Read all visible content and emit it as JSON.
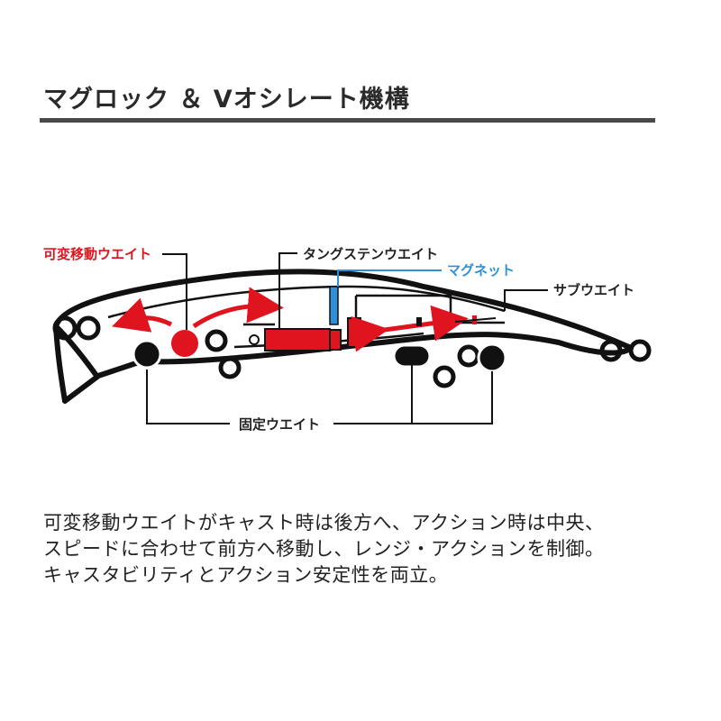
{
  "header": {
    "title": "マグロック ＆ Vオシレート機構"
  },
  "diagram": {
    "labels": {
      "variable_weight": "可変移動ウエイト",
      "tungsten_weight": "タングステンウエイト",
      "magnet": "マグネット",
      "sub_weight": "サブウエイト",
      "fixed_weight": "固定ウエイト"
    },
    "colors": {
      "red": "#e0141e",
      "blue": "#2f8fd8",
      "outline": "#111111"
    }
  },
  "description": {
    "lines": [
      "可変移動ウエイトがキャスト時は後方へ、アクション時は中央、",
      "スピードに合わせて前方へ移動し、レンジ・アクションを制御。",
      "キャスタビリティとアクション安定性を両立。"
    ]
  }
}
